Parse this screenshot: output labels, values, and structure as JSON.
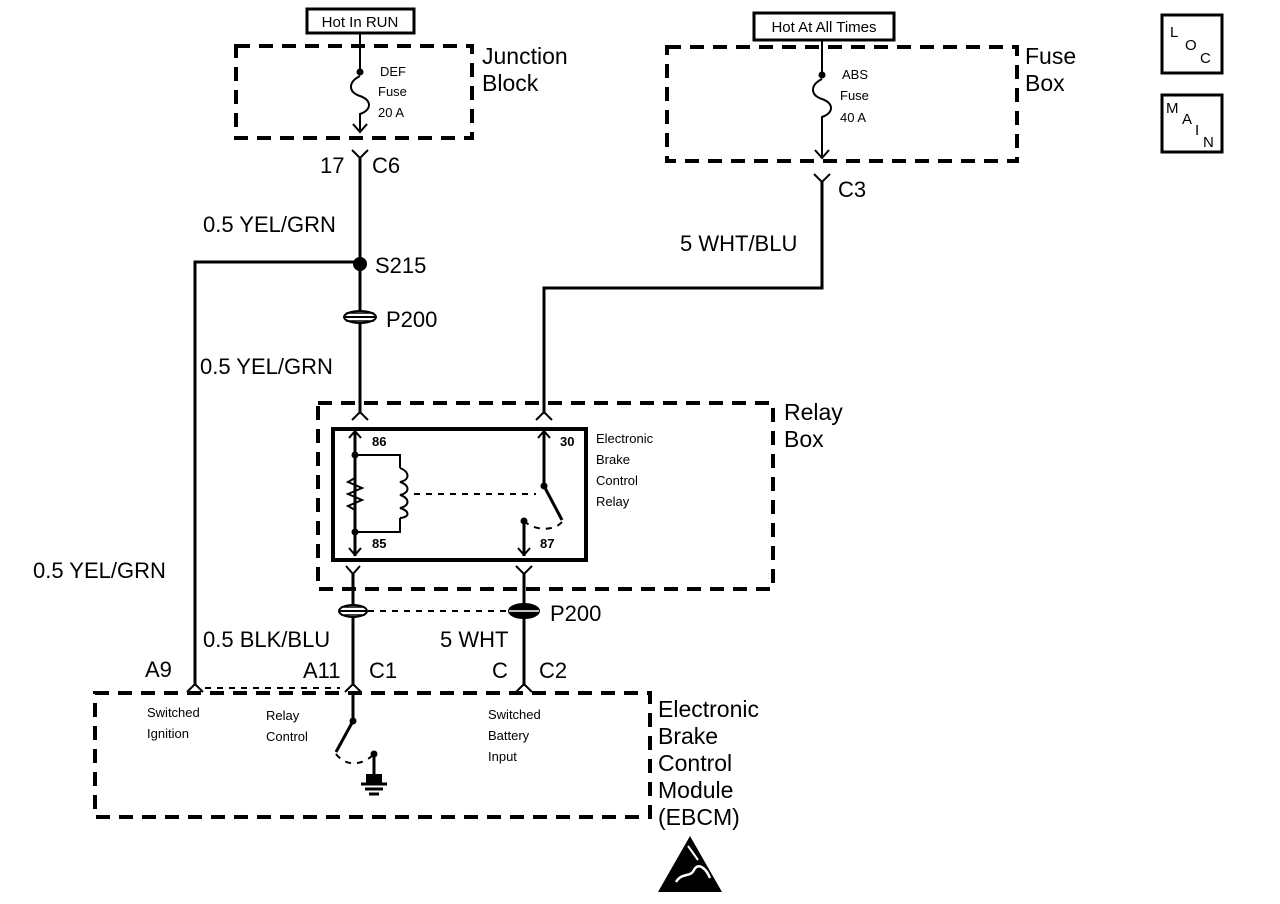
{
  "sources": {
    "hot_in_run": "Hot In RUN",
    "hot_at_all_times": "Hot At All Times"
  },
  "junction_block": {
    "name_line1": "Junction",
    "name_line2": "Block",
    "fuse_name": "DEF",
    "fuse_word": "Fuse",
    "fuse_rating": "20 A"
  },
  "fuse_box": {
    "name_line1": "Fuse",
    "name_line2": "Box",
    "fuse_name": "ABS",
    "fuse_word": "Fuse",
    "fuse_rating": "40 A"
  },
  "connectors": {
    "c6_pin": "17",
    "c6": "C6",
    "c3": "C3",
    "s215": "S215",
    "p200_top": "P200",
    "p200_bottom": "P200",
    "a9": "A9",
    "a11": "A11",
    "c1": "C1",
    "c_pin": "C",
    "c2": "C2"
  },
  "wires": {
    "yel_grn_top": "0.5 YEL/GRN",
    "yel_grn_mid": "0.5 YEL/GRN",
    "yel_grn_left": "0.5 YEL/GRN",
    "wht_blu": "5 WHT/BLU",
    "blk_blu": "0.5 BLK/BLU",
    "wht": "5 WHT"
  },
  "relay_box": {
    "name_line1": "Relay",
    "name_line2": "Box",
    "relay_line1": "Electronic",
    "relay_line2": "Brake",
    "relay_line3": "Control",
    "relay_line4": "Relay",
    "pin_86": "86",
    "pin_85": "85",
    "pin_30": "30",
    "pin_87": "87"
  },
  "ebcm": {
    "name_line1": "Electronic",
    "name_line2": "Brake",
    "name_line3": "Control",
    "name_line4": "Module",
    "name_line5": "(EBCM)",
    "switched_ignition_1": "Switched",
    "switched_ignition_2": "Ignition",
    "relay_control_1": "Relay",
    "relay_control_2": "Control",
    "battery_input_1": "Switched",
    "battery_input_2": "Battery",
    "battery_input_3": "Input"
  },
  "locator_icons": {
    "loc": [
      "L",
      "O",
      "C"
    ],
    "main": [
      "M",
      "A",
      "I",
      "N"
    ]
  }
}
